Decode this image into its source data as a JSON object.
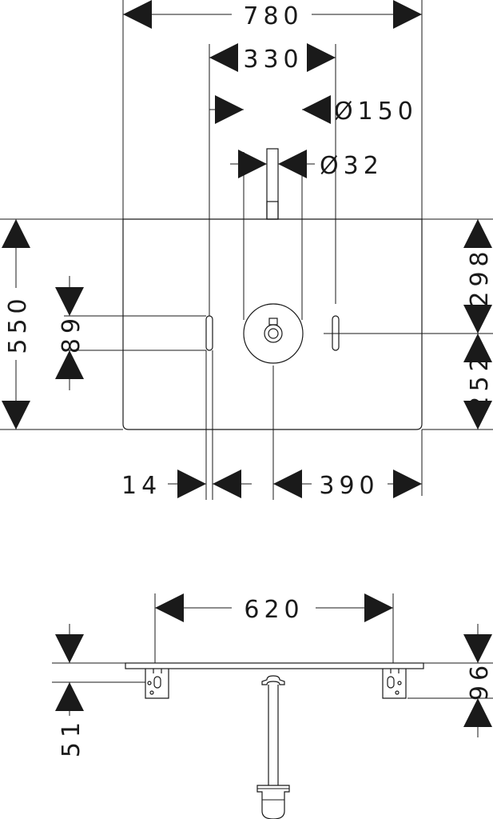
{
  "dimensions": {
    "overall_width": "780",
    "hole_spacing": "330",
    "waste_diameter": "Ø150",
    "spout_diameter": "Ø32",
    "overall_depth": "550",
    "front_to_centre": "298",
    "centre_to_back": "252",
    "slot_height": "89",
    "slot_width": "14",
    "centre_to_edge": "390",
    "bracket_spacing": "620",
    "bracket_depth": "51",
    "total_height": "96"
  }
}
